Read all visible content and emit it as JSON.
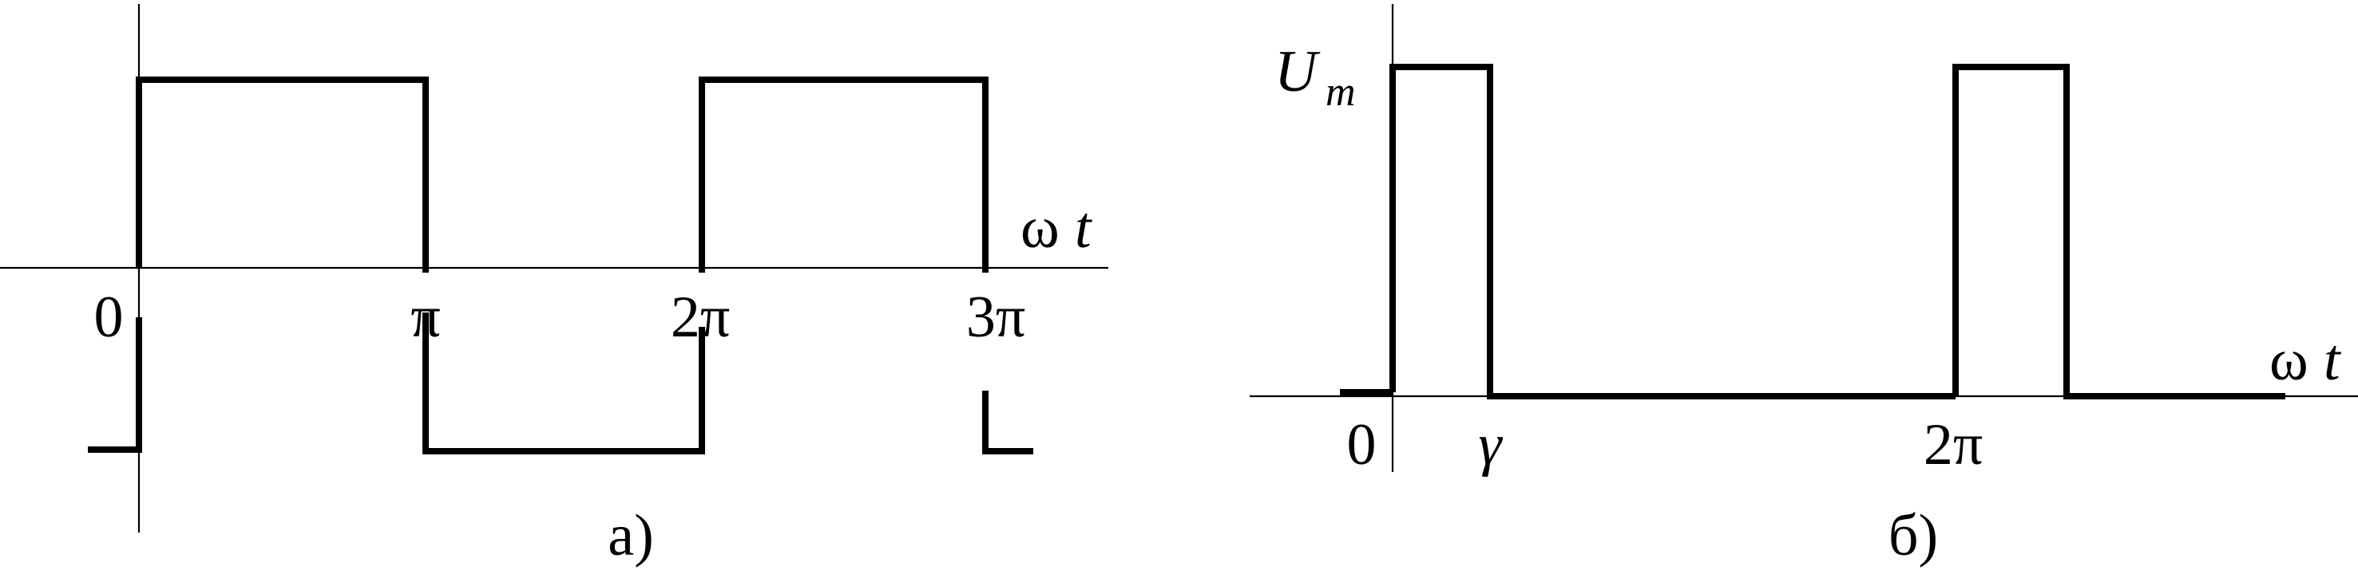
{
  "panel_a": {
    "caption": "а)",
    "axis_label_omega": "ω",
    "axis_label_t": "t",
    "tick_labels": [
      "0",
      "π",
      "2π",
      "3π"
    ]
  },
  "panel_b": {
    "caption": "б)",
    "amplitude_label_main": "U",
    "amplitude_label_sub": "m",
    "axis_label_omega": "ω",
    "axis_label_t": "t",
    "tick_labels": [
      "0",
      "γ",
      "2π"
    ]
  },
  "colors": {
    "line": "#000000",
    "background": "#ffffff"
  }
}
